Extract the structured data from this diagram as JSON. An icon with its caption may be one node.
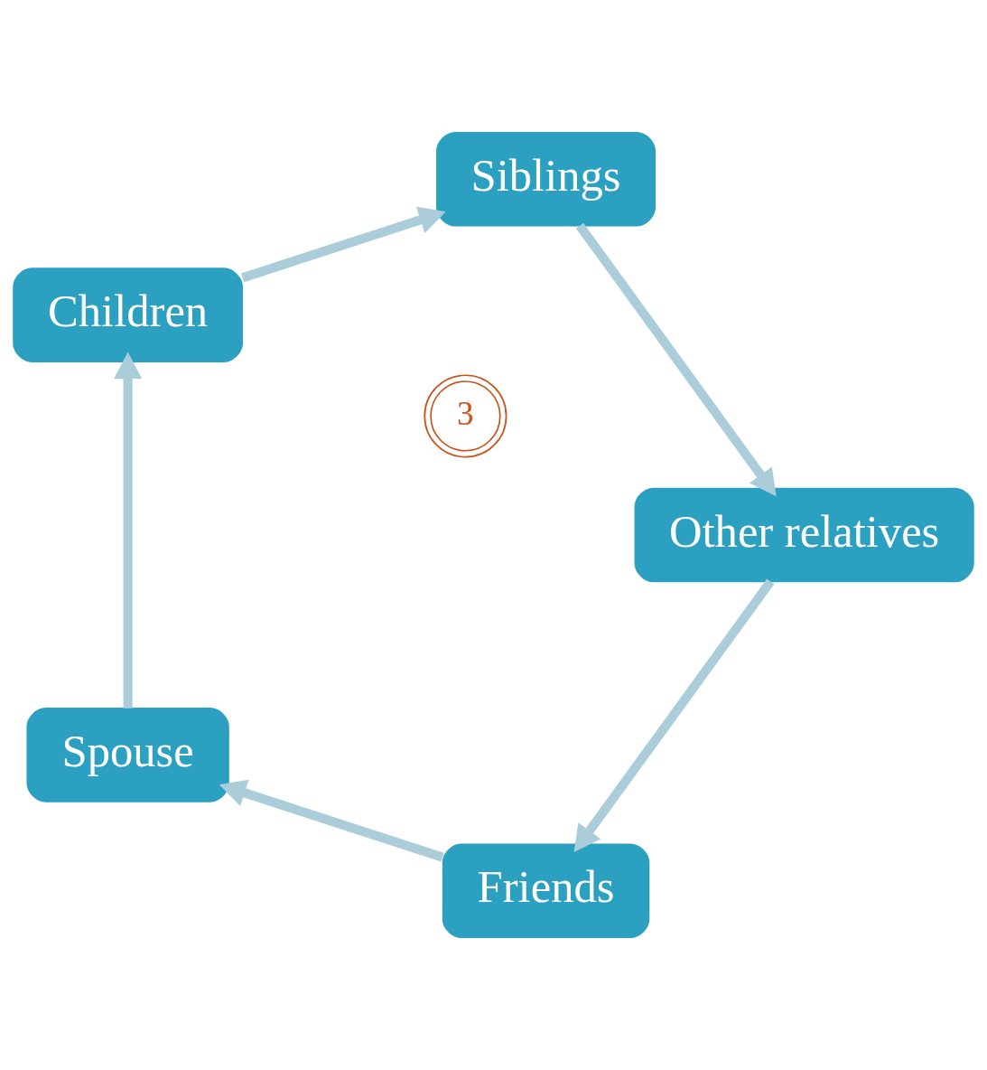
{
  "diagram": {
    "nodes": [
      {
        "text": [
          "3"
        ]
      },
      {
        "text": [
          "Friends"
        ]
      },
      {
        "text": [
          "Spouse"
        ]
      },
      {
        "text": [
          "Children"
        ]
      },
      {
        "text": [
          "Siblings"
        ]
      },
      {
        "text": [
          "Other relatives"
        ]
      }
    ],
    "edges": [
      {
        "from": 1,
        "to": 2,
        "arrow": "to"
      },
      {
        "from": 2,
        "to": 3,
        "arrow": "to"
      },
      {
        "from": 3,
        "to": 4,
        "arrow": "to"
      },
      {
        "from": 4,
        "to": 5,
        "arrow": "to"
      },
      {
        "from": 5,
        "to": 1,
        "arrow": "to"
      }
    ]
  }
}
